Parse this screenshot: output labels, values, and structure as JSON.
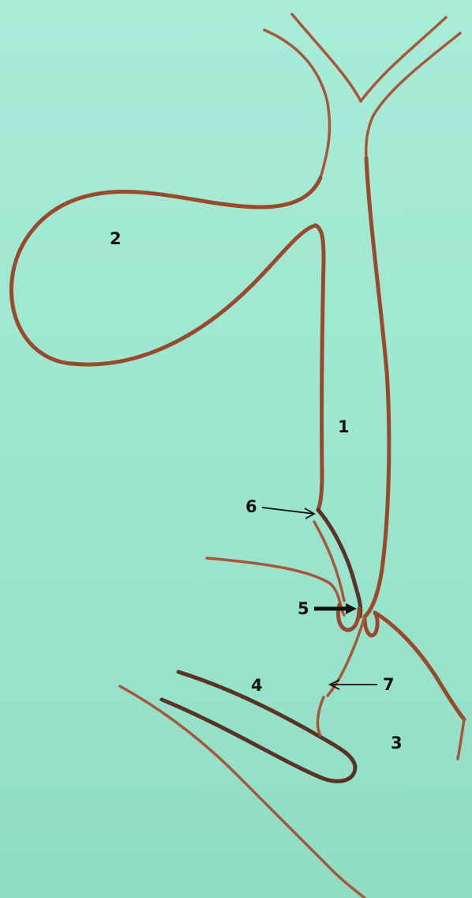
{
  "labels": {
    "l1": "1",
    "l2": "2",
    "l3": "3",
    "l4": "4",
    "l5": "5",
    "l6": "6",
    "l7": "7"
  },
  "colors": {
    "background": "#9fe8d2",
    "duct": "#9a4a2c",
    "label": "#111111"
  }
}
